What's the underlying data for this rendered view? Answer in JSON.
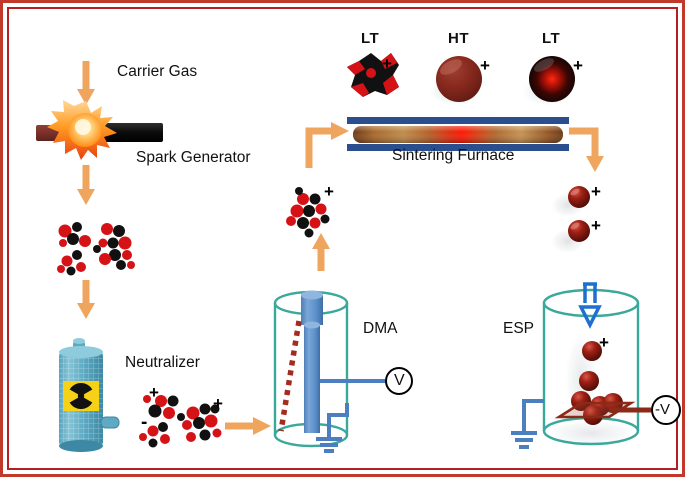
{
  "diagram": {
    "title": "Spark discharge aerosol nanoparticle generation and classification setup",
    "border_color": "#c0392b",
    "arrow_color": "#f0a55e",
    "labels": {
      "carrier_gas": "Carrier Gas",
      "spark_generator": "Spark Generator",
      "neutralizer": "Neutralizer",
      "dma": "DMA",
      "esp": "ESP",
      "sintering_furnace": "Sintering Furnace"
    },
    "particle_states": [
      {
        "id": "lt-agglomerate",
        "label": "LT",
        "charge": "+",
        "style": "irregular-agglomerate"
      },
      {
        "id": "ht-sphere",
        "label": "HT",
        "charge": "+",
        "style": "solid-sphere"
      },
      {
        "id": "lt-sphere",
        "label": "LT",
        "charge": "+",
        "style": "glowing-core-sphere"
      }
    ],
    "charges": {
      "positive": "+",
      "negative": "-"
    },
    "meters": {
      "dma_voltage": "V",
      "esp_voltage": "-V"
    },
    "colors": {
      "arrow": "#f0a55e",
      "particle_red": "#d51317",
      "particle_black": "#111111",
      "cylinder_teal": "#3ba89c",
      "rod_blue": "#5b8fc9",
      "furnace_bar": "#2b4f8e",
      "furnace_hot": "#ff1a0d",
      "neutralizer_body": "#6fb6cc",
      "hazard_yellow": "#f5d117",
      "esp_plate": "#8b2a17"
    }
  }
}
